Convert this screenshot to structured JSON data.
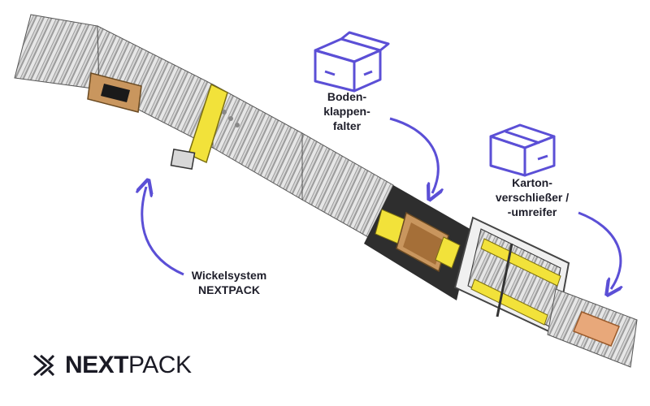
{
  "labels": {
    "bottom_folder": [
      "Boden-",
      "klappen-",
      "falter"
    ],
    "carton_closer": [
      "Karton-",
      "verschließer /",
      "-umreifer"
    ],
    "wrapping_system": [
      "Wickelsystem",
      "NEXTPACK"
    ]
  },
  "logo": {
    "part1": "NEXT",
    "part2": "PACK"
  },
  "colors": {
    "accent": "#5b4fd6",
    "roller_dark": "#6f6f6f",
    "roller_light": "#cfcfcf",
    "frame": "#2a2a2a",
    "yellow": "#f2e23a",
    "cardboard": "#c9965e",
    "text": "#1e1e2a"
  },
  "icons": [
    "box-icon-upright",
    "box-icon-sealed"
  ]
}
